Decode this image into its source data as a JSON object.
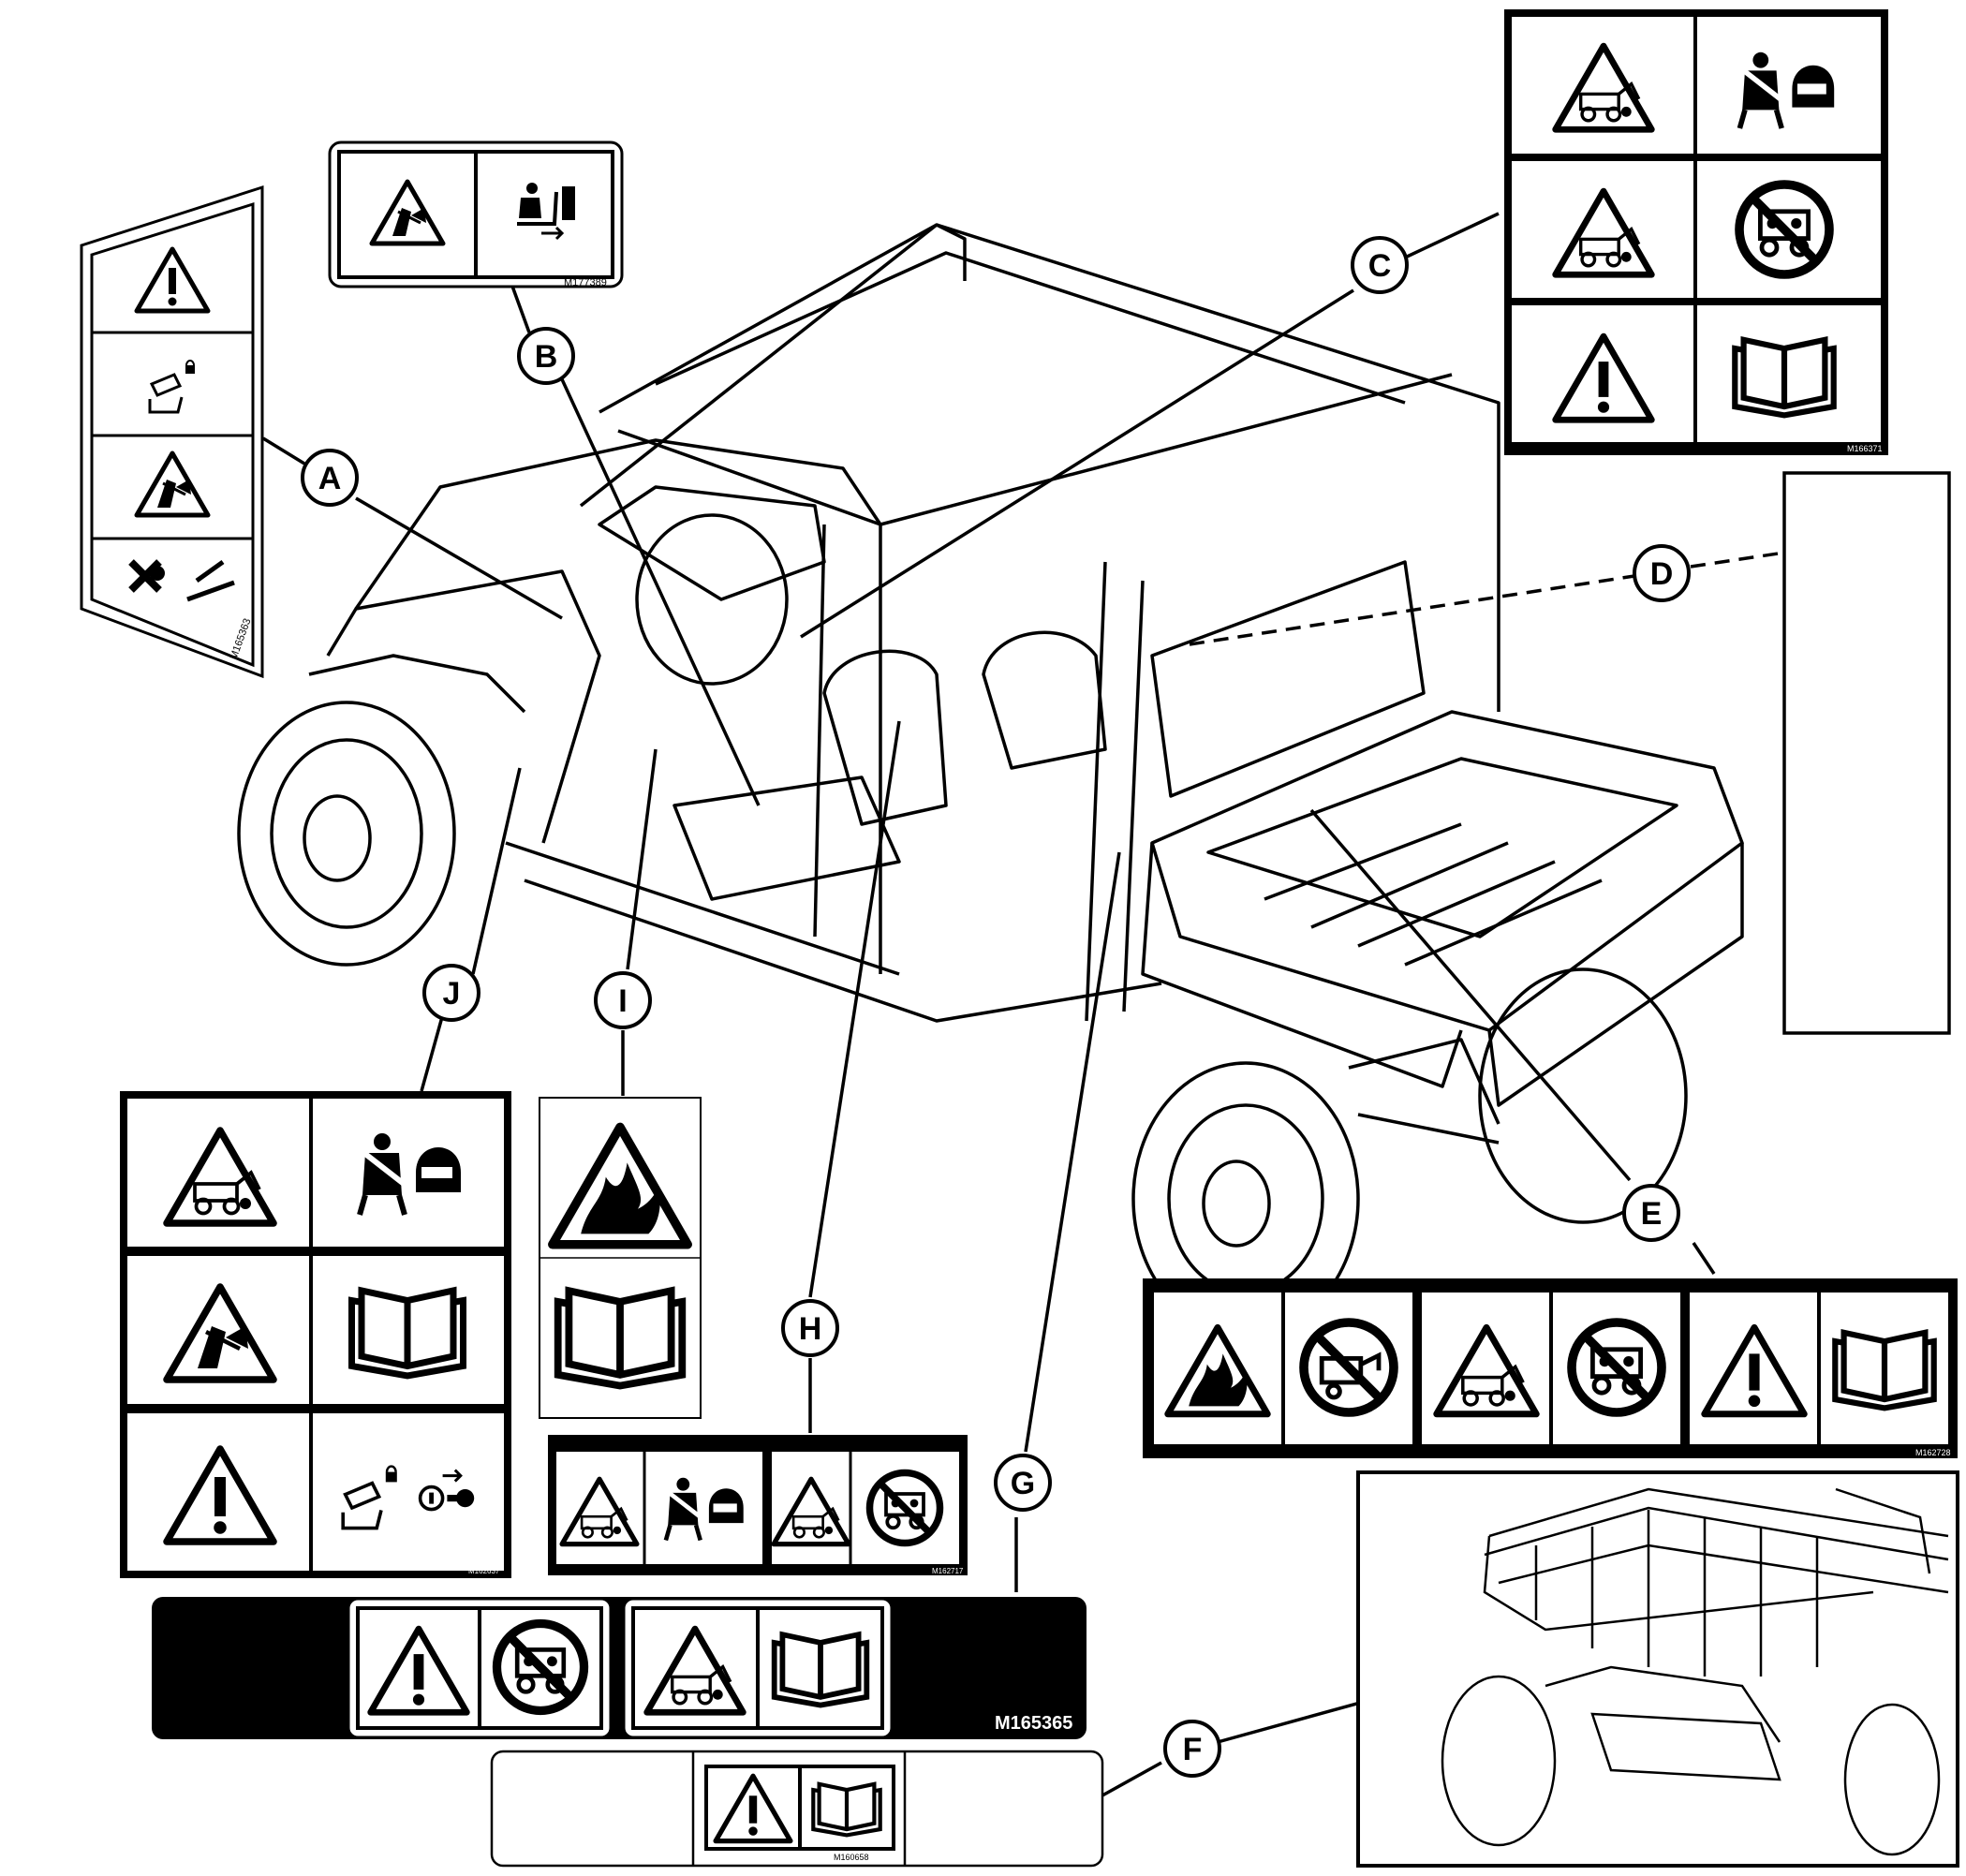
{
  "callouts": {
    "a": "A",
    "b": "B",
    "c": "C",
    "d": "D",
    "e": "E",
    "f": "F",
    "g": "G",
    "h": "H",
    "i": "I",
    "j": "J"
  },
  "part_numbers": {
    "b": "M177389",
    "a": "M165363",
    "c": "M166371",
    "e": "M162728",
    "h": "M162717",
    "j": "M162637",
    "g": "M165365",
    "f": "M160658"
  },
  "colors": {
    "ink": "#000000",
    "paper": "#ffffff"
  },
  "icons": [
    "warning-triangle-icon",
    "exclamation-icon",
    "operator-manual-icon",
    "crush-hazard-icon",
    "rollover-hazard-icon",
    "seatbelt-helmet-icon",
    "no-passengers-icon",
    "fire-hazard-icon",
    "no-fueling-icon",
    "hood-latch-icon",
    "key-removal-icon",
    "seat-pinch-icon"
  ]
}
